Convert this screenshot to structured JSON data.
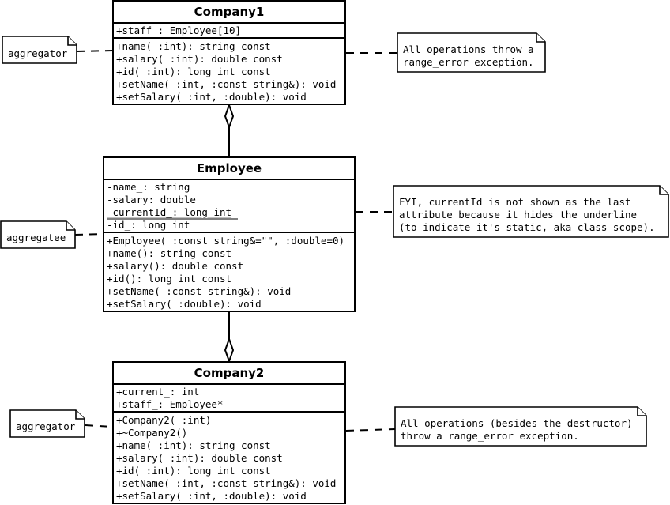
{
  "classes": {
    "company1": {
      "name": "Company1",
      "attributes": [
        "+staff_: Employee[10]"
      ],
      "operations": [
        "+name( :int): string const",
        "+salary( :int): double const",
        "+id( :int): long int const",
        "+setName( :int, :const string&): void",
        "+setSalary( :int, :double): void"
      ]
    },
    "employee": {
      "name": "Employee",
      "attributes": [
        "-name_: string",
        "-salary: double",
        "-currentId_: long int",
        "-id_: long int"
      ],
      "operations": [
        "+Employee( :const string&=\"\", :double=0)",
        "+name(): string const",
        "+salary(): double const",
        "+id(): long int const",
        "+setName( :const string&): void",
        "+setSalary( :double): void"
      ]
    },
    "company2": {
      "name": "Company2",
      "attributes": [
        "+current_: int",
        "+staff_: Employee*"
      ],
      "operations": [
        "+Company2( :int)",
        "+~Company2()",
        "+name( :int): string const",
        "+salary( :int): double const",
        "+id( :int): long int const",
        "+setName( :int, :const string&): void",
        "+setSalary( :int, :double): void"
      ]
    }
  },
  "notes": {
    "role_company1": "aggregator",
    "role_employee": "aggregatee",
    "role_company2": "aggregator",
    "note_company1": [
      "All operations throw a",
      "range_error exception."
    ],
    "note_employee": [
      "FYI, currentId is not shown as the last",
      "attribute because it hides the underline",
      "(to indicate it's static, aka class scope)."
    ],
    "note_company2": [
      "All operations (besides the destructor)",
      "throw a range_error exception."
    ]
  }
}
